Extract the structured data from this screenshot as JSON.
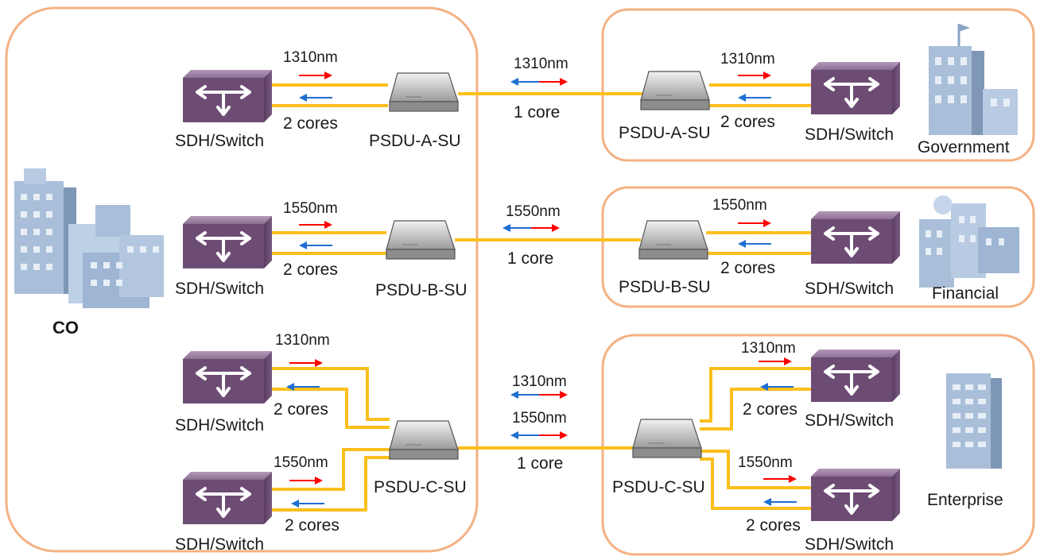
{
  "colors": {
    "fiber": "#fbbf1c",
    "box_border": "#f4b183",
    "switch_purple": "#6d4c74",
    "building_blue": "#a9bfd9",
    "arrow_red": "#ff0000",
    "arrow_blue": "#1f6fd1"
  },
  "co": {
    "label": "CO",
    "icon": "office-buildings-icon",
    "rows": [
      {
        "wavelength": "1310nm",
        "cores": "2 cores",
        "switch_label": "SDH/Switch",
        "psdu_label": "PSDU-A-SU"
      },
      {
        "wavelength": "1550nm",
        "cores": "2 cores",
        "switch_label": "SDH/Switch",
        "psdu_label": "PSDU-B-SU"
      },
      {
        "top_wavelength": "1310nm",
        "top_cores": "2 cores",
        "top_switch_label": "SDH/Switch",
        "bottom_wavelength": "1550nm",
        "bottom_cores": "2 cores",
        "bottom_switch_label": "SDH/Switch",
        "psdu_label": "PSDU-C-SU"
      }
    ]
  },
  "links": [
    {
      "wavelength": "1310nm",
      "core": "1 core"
    },
    {
      "wavelength": "1550nm",
      "core": "1 core"
    },
    {
      "wavelength_1": "1310nm",
      "wavelength_2": "1550nm",
      "core": "1 core"
    }
  ],
  "sites": [
    {
      "name": "Government",
      "icon": "government-building-icon",
      "psdu_label": "PSDU-A-SU",
      "wavelength": "1310nm",
      "cores": "2 cores",
      "switch_label": "SDH/Switch"
    },
    {
      "name": "Financial",
      "icon": "financial-building-icon",
      "psdu_label": "PSDU-B-SU",
      "wavelength": "1550nm",
      "cores": "2 cores",
      "switch_label": "SDH/Switch"
    },
    {
      "name": "Enterprise",
      "icon": "enterprise-tower-icon",
      "psdu_label": "PSDU-C-SU",
      "top_wavelength": "1310nm",
      "top_cores": "2 cores",
      "top_switch_label": "SDH/Switch",
      "bottom_wavelength": "1550nm",
      "bottom_cores": "2 cores",
      "bottom_switch_label": "SDH/Switch"
    }
  ]
}
